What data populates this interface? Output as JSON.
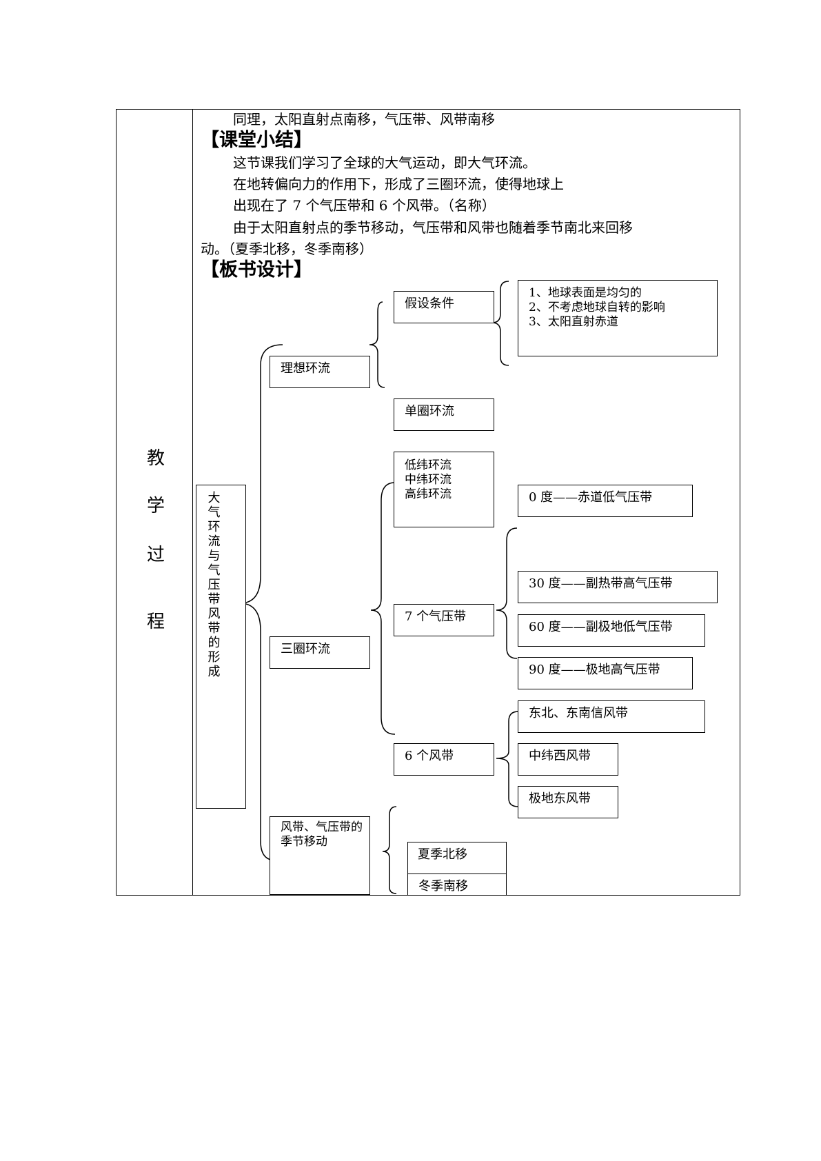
{
  "side_label": [
    "教",
    "学",
    "过",
    "程"
  ],
  "intro_line": "同理，太阳直射点南移，气压带、风带南移",
  "summary": {
    "heading": "【课堂小结】",
    "lines": [
      "这节课我们学习了全球的大气运动，即大气环流。",
      "在地转偏向力的作用下，形成了三圈环流，使得地球上",
      "出现在了 7 个气压带和 6 个风带。（名称）",
      "由于太阳直射点的季节移动，气压带和风带也随着季节南北来回移",
      "动。（夏季北移，冬季南移）"
    ]
  },
  "board": {
    "heading": "【板书设计】",
    "root": "大气环流与气压带风带的形成",
    "ideal": "理想环流",
    "assumption": "假设条件",
    "assumption_items": [
      "1、地球表面是均匀的",
      "2、不考虑地球自转的影响",
      "3、太阳直射赤道"
    ],
    "single_cell": "单圈环流",
    "three_cell": "三圈环流",
    "cells": [
      "低纬环流",
      "中纬环流",
      "高纬环流"
    ],
    "pressure_belts": "7 个气压带",
    "pressure_items": [
      "0 度——赤道低气压带",
      "30 度——副热带高气压带",
      "60 度——副极地低气压带",
      "90 度——极地高气压带"
    ],
    "wind_belts": "6 个风带",
    "wind_items": [
      "东北、东南信风带",
      "中纬西风带",
      "极地东风带"
    ],
    "seasonal": "风带、气压带的季节移动",
    "summer": "夏季北移",
    "winter": "冬季南移"
  }
}
